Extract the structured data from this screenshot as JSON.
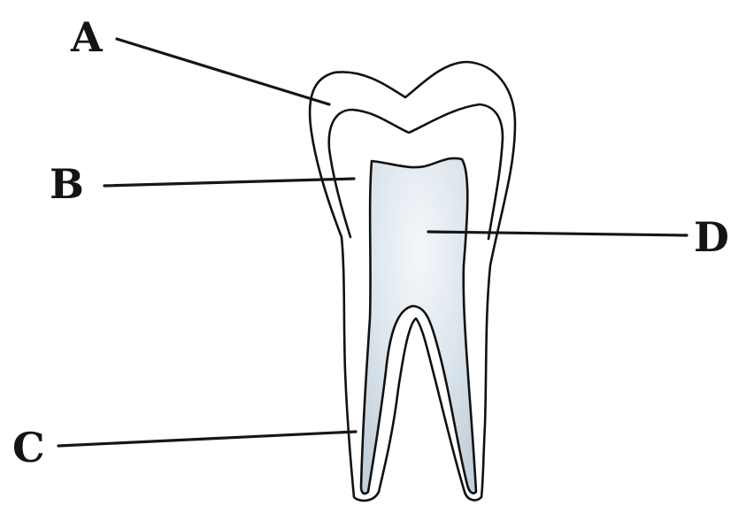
{
  "labels": {
    "a": "A",
    "b": "B",
    "c": "C",
    "d": "D"
  },
  "colors": {
    "outline": "#111111",
    "pulp_fill_light": "#f2f6f9",
    "pulp_fill_dark": "#c9d5df"
  }
}
